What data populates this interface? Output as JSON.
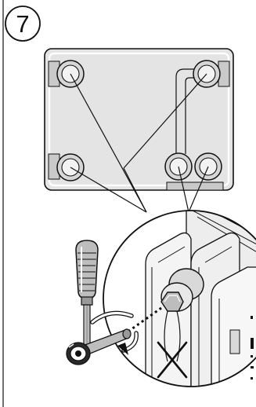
{
  "step": {
    "number": "7"
  },
  "colors": {
    "ink": "#111111",
    "panel_fill": "#e4e4e4",
    "panel_shade": "#c9c9c9",
    "highlight": "#ffffff"
  },
  "icons": {
    "step_badge": "circled-number",
    "tool": "t-handle-wrench",
    "rotation": "rotation-arrow",
    "forbidden": "cross-mark"
  }
}
